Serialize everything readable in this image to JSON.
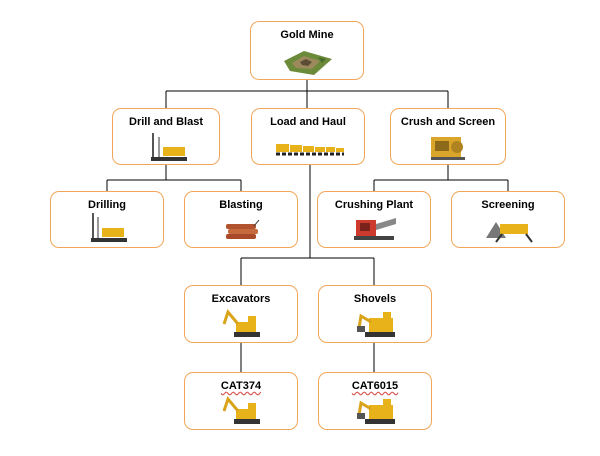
{
  "colors": {
    "border": "#f2a65a",
    "line": "#000000",
    "machine": "#e8b21a"
  },
  "nodes": {
    "root": {
      "label": "Gold Mine",
      "icon": "mine-terrain-icon"
    },
    "drill_blast": {
      "label": "Drill and Blast",
      "icon": "drill-rig-icon"
    },
    "load_haul": {
      "label": "Load and Haul",
      "icon": "haul-trucks-icon"
    },
    "crush_screen": {
      "label": "Crush and Screen",
      "icon": "crusher-icon"
    },
    "drilling": {
      "label": "Drilling",
      "icon": "drill-rig-icon"
    },
    "blasting": {
      "label": "Blasting",
      "icon": "explosives-icon"
    },
    "crushing_plant": {
      "label": "Crushing Plant",
      "icon": "crushing-plant-icon"
    },
    "screening": {
      "label": "Screening",
      "icon": "screening-plant-icon"
    },
    "excavators": {
      "label": "Excavators",
      "icon": "excavator-icon"
    },
    "shovels": {
      "label": "Shovels",
      "icon": "shovel-icon"
    },
    "cat374": {
      "label": "CAT374",
      "icon": "excavator-icon"
    },
    "cat6015": {
      "label": "CAT6015",
      "icon": "shovel-icon"
    }
  }
}
